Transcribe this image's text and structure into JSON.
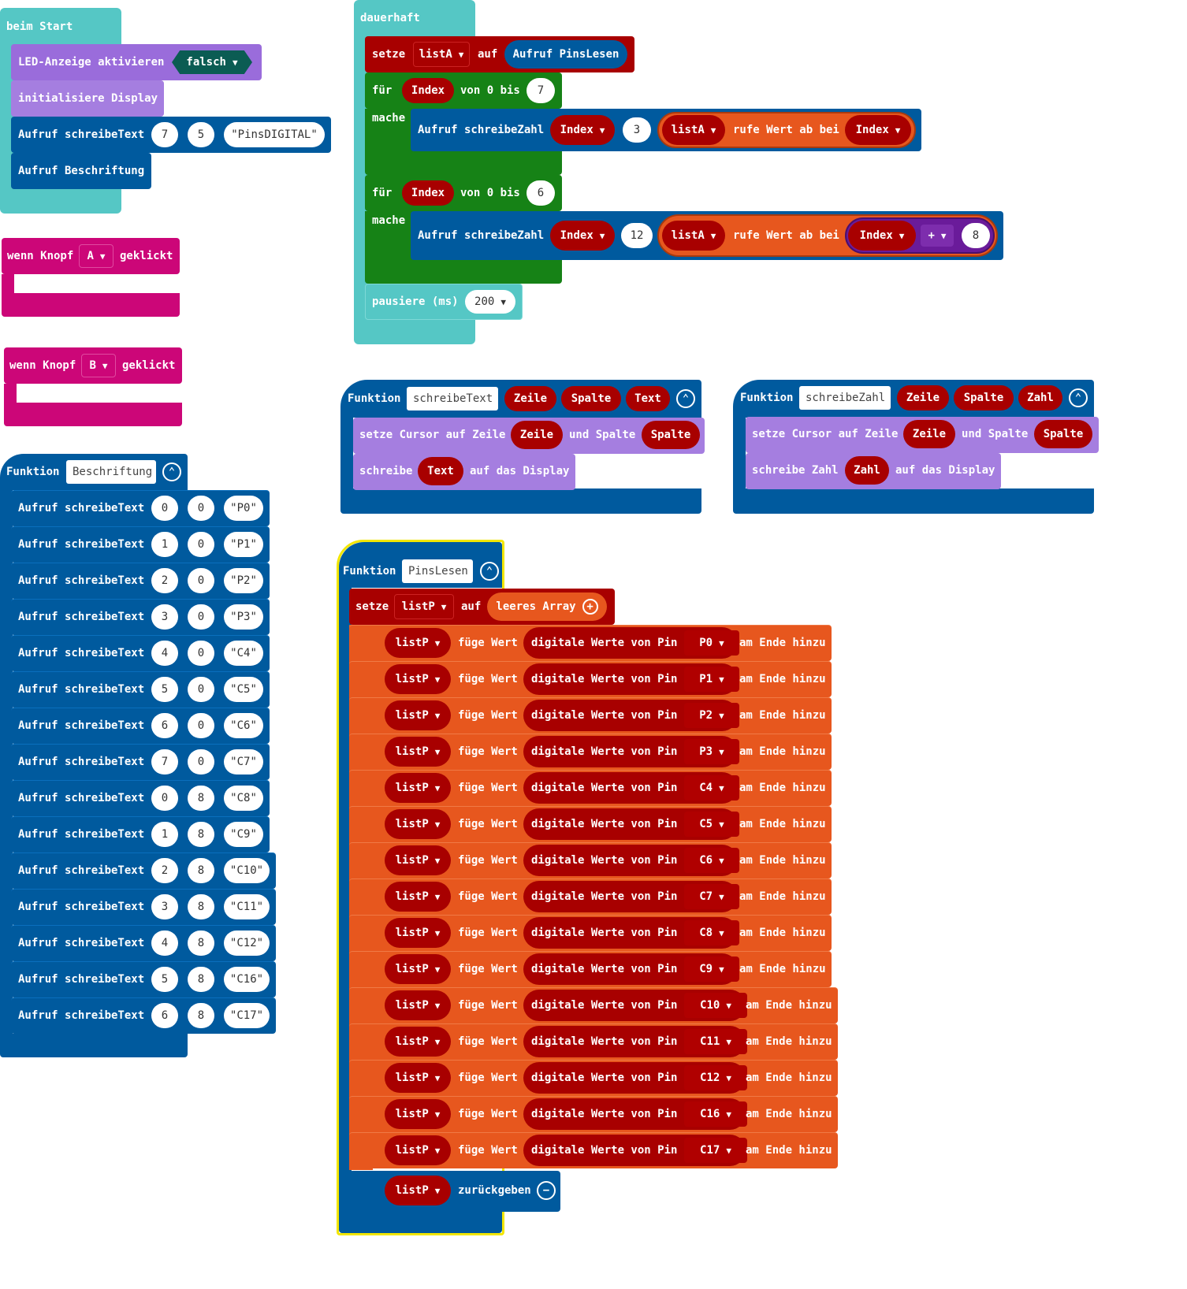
{
  "start": {
    "hat": "beim Start",
    "led_label": "LED-Anzeige aktivieren",
    "led_value": "falsch",
    "init_display": "initialisiere Display",
    "call_text": "Aufruf schreibeText",
    "call_args": [
      "7",
      "5"
    ],
    "call_string": "PinsDIGITAL",
    "call_label": "Aufruf Beschriftung"
  },
  "button_a": {
    "prefix": "wenn Knopf",
    "button": "A",
    "suffix": "geklickt"
  },
  "button_b": {
    "prefix": "wenn Knopf",
    "button": "B",
    "suffix": "geklickt"
  },
  "beschriftung": {
    "func_kw": "Funktion",
    "name": "Beschriftung",
    "call_label": "Aufruf schreibeText",
    "rows": [
      {
        "a": "0",
        "b": "0",
        "s": "P0"
      },
      {
        "a": "1",
        "b": "0",
        "s": "P1"
      },
      {
        "a": "2",
        "b": "0",
        "s": "P2"
      },
      {
        "a": "3",
        "b": "0",
        "s": "P3"
      },
      {
        "a": "4",
        "b": "0",
        "s": "C4"
      },
      {
        "a": "5",
        "b": "0",
        "s": "C5"
      },
      {
        "a": "6",
        "b": "0",
        "s": "C6"
      },
      {
        "a": "7",
        "b": "0",
        "s": "C7"
      },
      {
        "a": "0",
        "b": "8",
        "s": "C8"
      },
      {
        "a": "1",
        "b": "8",
        "s": "C9"
      },
      {
        "a": "2",
        "b": "8",
        "s": "C10"
      },
      {
        "a": "3",
        "b": "8",
        "s": "C11"
      },
      {
        "a": "4",
        "b": "8",
        "s": "C12"
      },
      {
        "a": "5",
        "b": "8",
        "s": "C16"
      },
      {
        "a": "6",
        "b": "8",
        "s": "C17"
      }
    ]
  },
  "forever": {
    "hat": "dauerhaft",
    "set_kw": "setze",
    "var": "listA",
    "to_kw": "auf",
    "call_pins": "Aufruf PinsLesen",
    "for_kw": "für",
    "index": "Index",
    "from_kw": "von 0 bis",
    "loop1_end": "7",
    "do_kw": "mache",
    "call_zahl": "Aufruf schreibeZahl",
    "loop1_arg": "3",
    "get_kw": "rufe Wert ab bei",
    "loop2_end": "6",
    "loop2_arg": "12",
    "plus": "+",
    "plus_val": "8",
    "pause_kw": "pausiere (ms)",
    "pause_val": "200"
  },
  "schreibe_text": {
    "func_kw": "Funktion",
    "name": "schreibeText",
    "params": [
      "Zeile",
      "Spalte",
      "Text"
    ],
    "cursor_kw": "setze Cursor auf Zeile",
    "and_col": "und Spalte",
    "write_kw": "schreibe",
    "on_display": "auf das Display"
  },
  "schreibe_zahl": {
    "func_kw": "Funktion",
    "name": "schreibeZahl",
    "params": [
      "Zeile",
      "Spalte",
      "Zahl"
    ],
    "cursor_kw": "setze Cursor auf Zeile",
    "and_col": "und Spalte",
    "write_kw": "schreibe Zahl",
    "on_display": "auf das Display"
  },
  "pins_lesen": {
    "func_kw": "Funktion",
    "name": "PinsLesen",
    "set_kw": "setze",
    "var": "listP",
    "to_kw": "auf",
    "empty_array": "leeres Array",
    "add_kw": "füge Wert",
    "digital_kw": "digitale Werte von Pin",
    "end_kw": "am Ende hinzu",
    "pins": [
      "P0",
      "P1",
      "P2",
      "P3",
      "C4",
      "C5",
      "C6",
      "C7",
      "C8",
      "C9",
      "C10",
      "C11",
      "C12",
      "C16",
      "C17"
    ],
    "return_kw": "zurückgeben"
  },
  "colors": {
    "events": "#55c7c5",
    "functions": "#005a9e",
    "variables": "#a80000",
    "loops": "#168216",
    "input": "#cc0678",
    "arrays": "#e7571e",
    "display": "#9a6cdb"
  }
}
